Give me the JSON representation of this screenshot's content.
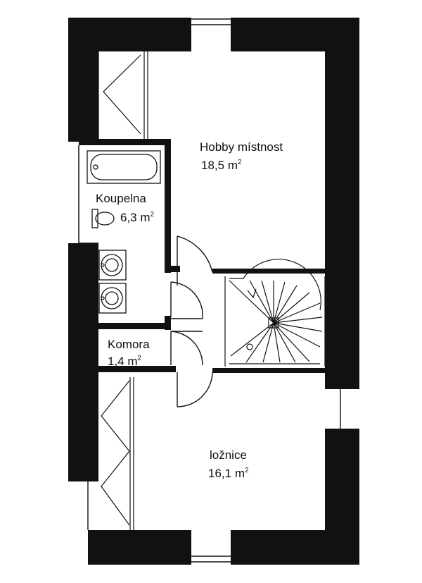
{
  "floor_plan": {
    "rooms": [
      {
        "name": "Hobby místnost",
        "area": "18,5",
        "unit": "m"
      },
      {
        "name": "Koupelna",
        "area": "6,3",
        "unit": "m"
      },
      {
        "name": "Komora",
        "area": "1,4",
        "unit": "m"
      },
      {
        "name": "ložnice",
        "area": "16,1",
        "unit": "m"
      }
    ],
    "area_exponent": "2",
    "colors": {
      "wall": "#111111",
      "line": "#111111",
      "background": "#ffffff"
    }
  }
}
